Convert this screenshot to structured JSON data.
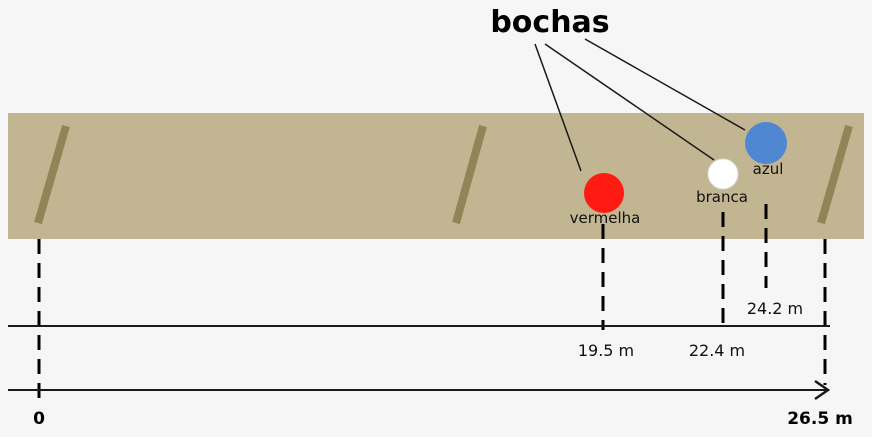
{
  "title": "bochas",
  "balls": [
    {
      "name": "vermelha",
      "color": "#ff1a12",
      "position_label": "19.5 m"
    },
    {
      "name": "branca",
      "color": "#ffffff",
      "position_label": "22.4 m"
    },
    {
      "name": "azul",
      "color": "#4f87d2",
      "position_label": "24.2 m"
    }
  ],
  "axis": {
    "start_label": "0",
    "end_label": "26.5 m"
  },
  "colors": {
    "lane": "#c2b591",
    "marker": "#8f8556",
    "line": "#1a1a1a"
  }
}
